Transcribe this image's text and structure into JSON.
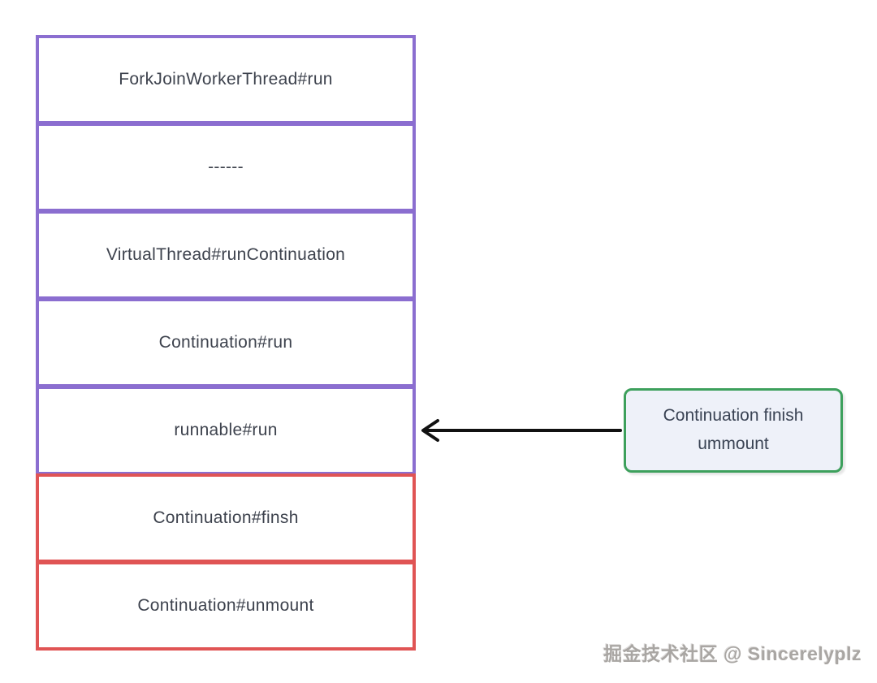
{
  "diagram": {
    "stack": {
      "boxes": [
        {
          "label": "ForkJoinWorkerThread#run",
          "border_color_name": "purple"
        },
        {
          "label": "------",
          "border_color_name": "purple"
        },
        {
          "label": "VirtualThread#runContinuation",
          "border_color_name": "purple"
        },
        {
          "label": "Continuation#run",
          "border_color_name": "purple"
        },
        {
          "label": "runnable#run",
          "border_color_name": "purple"
        },
        {
          "label": "Continuation#finsh",
          "border_color_name": "red"
        },
        {
          "label": "Continuation#unmount",
          "border_color_name": "red"
        }
      ]
    },
    "note": {
      "label": "Continuation finish ummount",
      "points_to": "runnable#run"
    },
    "colors": {
      "purple": "#8b6ed0",
      "red": "#e05454",
      "green": "#3da05c",
      "note-bg": "#eef1f9",
      "text": "#3d424d",
      "arrow": "#111111"
    }
  },
  "watermark": {
    "text": "掘金技术社区 @ Sincerelyplz"
  }
}
